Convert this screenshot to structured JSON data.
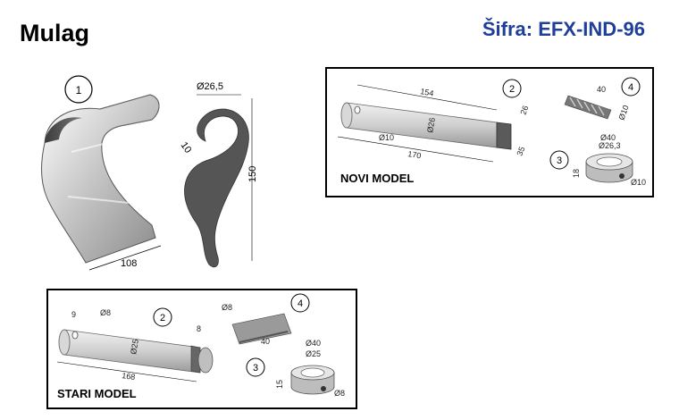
{
  "header": {
    "title": "Mulag",
    "code": "Šifra: EFX-IND-96"
  },
  "blade": {
    "callout": "1",
    "diameter": "Ø26,5",
    "thickness": "10",
    "height": "150",
    "width": "108"
  },
  "novi_model": {
    "label": "NOVI MODEL",
    "pin": {
      "callout": "2",
      "length_top": "154",
      "diameter": "Ø26",
      "hole": "Ø10",
      "length_total": "170",
      "end_width": "26",
      "end_length": "35"
    },
    "spring_pin": {
      "callout": "4",
      "length": "40",
      "diameter": "Ø10"
    },
    "collar": {
      "callout": "3",
      "outer": "Ø40",
      "inner": "Ø26,3",
      "height": "18",
      "hole": "Ø10"
    }
  },
  "stari_model": {
    "label": "STARI MODEL",
    "pin": {
      "callout": "2",
      "edge": "9",
      "hole": "Ø8",
      "diameter": "Ø25",
      "end_width": "8",
      "length_total": "168"
    },
    "spring_pin": {
      "callout": "4",
      "diameter": "Ø8",
      "length": "40"
    },
    "collar": {
      "callout": "3",
      "outer": "Ø40",
      "inner": "Ø25",
      "height": "15",
      "hole": "Ø8"
    }
  },
  "colors": {
    "title": "#000000",
    "code": "#1f3f9a",
    "metal_light": "#d9d9d9",
    "metal_dark": "#6f6f6f"
  }
}
